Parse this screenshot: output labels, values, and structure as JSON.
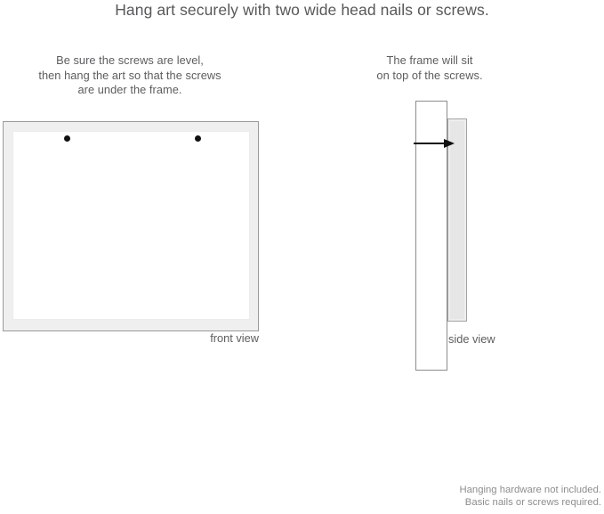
{
  "headline": "Hang art securely with two wide head nails or screws.",
  "captions": {
    "left": {
      "line1": "Be sure the screws are level,",
      "line2": "then hang the art so that the screws",
      "line3": "are under the frame."
    },
    "right": {
      "line1": "The frame will sit",
      "line2": "on top of the screws."
    }
  },
  "front_view": {
    "label": "front view",
    "screw_count": 2
  },
  "side_view": {
    "label": "side view"
  },
  "disclaimer": {
    "line1": "Hanging hardware not included.",
    "line2": "Basic nails or screws required."
  },
  "colors": {
    "text": "#58585a",
    "caption_text": "#5d5d5f",
    "disclaimer_text": "#8d8d8f",
    "frame_border": "#9a9a9a",
    "frame_mat": "#ececec",
    "frame_inner": "#ffffff",
    "screw": "#111111",
    "wall_border": "#8c8c8c",
    "side_frame_fill": "#e6e6e6",
    "background": "#ffffff"
  }
}
